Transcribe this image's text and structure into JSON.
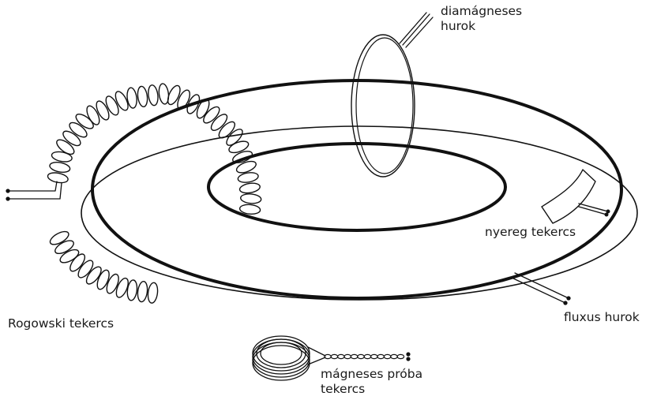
{
  "labels": {
    "diamagnetic_loop": [
      "diamágneses",
      "hurok"
    ],
    "saddle_coil": "nyereg tekercs",
    "flux_loop": "fluxus hurok",
    "rogowski_coil": "Rogowski tekercs",
    "magnetic_probe": [
      "mágneses próba",
      "tekercs"
    ]
  },
  "colors": {
    "stroke": "#111111",
    "background": "#ffffff"
  }
}
